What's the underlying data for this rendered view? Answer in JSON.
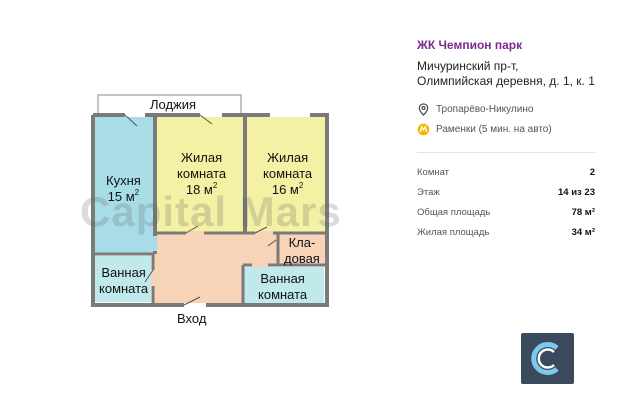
{
  "plan": {
    "rooms": {
      "loggia": "Лоджия",
      "kitchen": [
        "Кухня",
        "15 м",
        "2"
      ],
      "living1": [
        "Жилая",
        "комната",
        "18 м",
        "2"
      ],
      "living2": [
        "Жилая",
        "комната",
        "16 м",
        "2"
      ],
      "storage": [
        "Кла-",
        "довая"
      ],
      "bath1": [
        "Ванная",
        "комната"
      ],
      "bath2": [
        "Ванная",
        "комната"
      ],
      "entrance": "Вход"
    },
    "watermark": "Capital Mars",
    "colors": {
      "kitchen": "#a8dde8",
      "living": "#f4f0a4",
      "hall": "#f7d3b8",
      "bath": "#bfe9ea",
      "wall": "#8a8a8a"
    }
  },
  "info": {
    "title": "ЖК Чемпион парк",
    "address": "Мичуринский пр-т, Олимпийская деревня, д. 1, к. 1",
    "district": "Тропарёво-Никулино",
    "metro": "Раменки (5 мин. на авто)",
    "location_icon": "location-pin-icon",
    "metro_icon": "metro-icon",
    "metro_color": "#f5b800",
    "specs": [
      {
        "label": "Комнат",
        "value": "2"
      },
      {
        "label": "Этаж",
        "value": "14 из 23"
      },
      {
        "label": "Общая площадь",
        "value": "78 м²"
      },
      {
        "label": "Жилая площадь",
        "value": "34 м²"
      }
    ]
  },
  "logo": {
    "icon": "capital-mars-logo-icon"
  }
}
